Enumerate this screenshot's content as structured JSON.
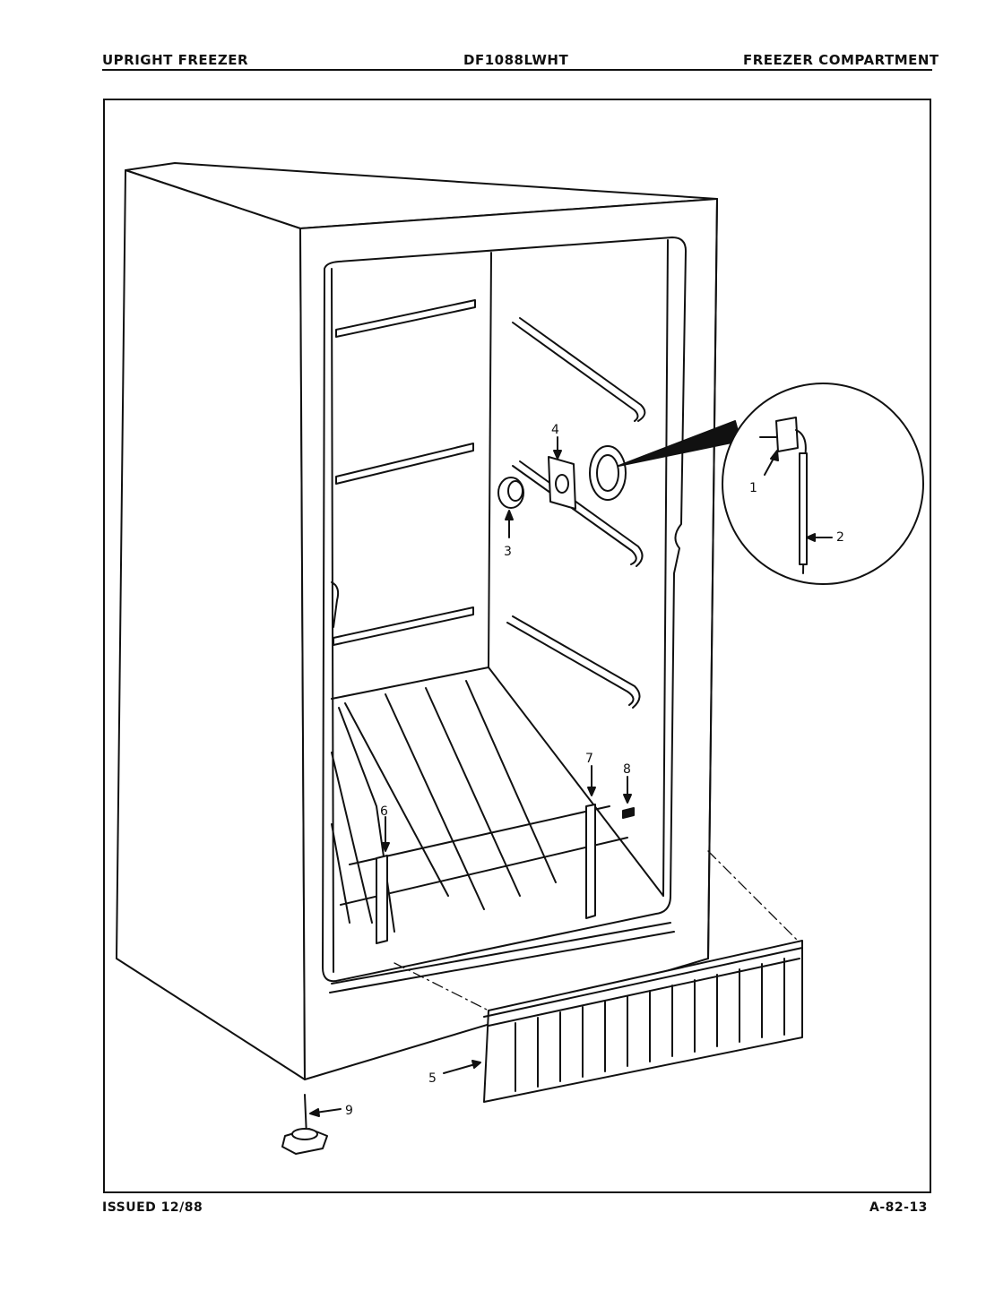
{
  "header": {
    "left": "UPRIGHT FREEZER",
    "center": "DF1088LWHT",
    "right": "FREEZER COMPARTMENT"
  },
  "footer": {
    "left": "ISSUED 12/88",
    "right": "A-82-13"
  },
  "callouts": [
    "1",
    "2",
    "3",
    "4",
    "5",
    "6",
    "7",
    "8",
    "9"
  ]
}
